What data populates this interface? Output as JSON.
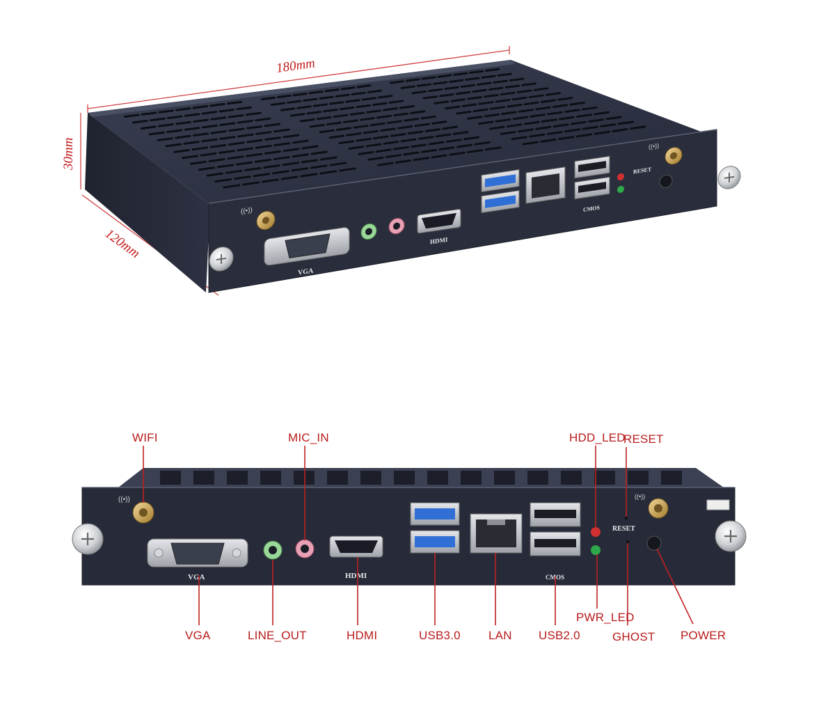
{
  "dimensions": {
    "length": "180mm",
    "height": "30mm",
    "width": "120mm"
  },
  "panel_labels": {
    "vga": "VGA",
    "hdmi": "HDMI",
    "reset": "RESET",
    "cmos": "CMOS"
  },
  "callouts": {
    "wifi": "WIFI",
    "mic_in": "MIC_IN",
    "hdd_led": "HDD_LED",
    "reset": "RESET",
    "vga": "VGA",
    "line_out": "LINE_OUT",
    "hdmi": "HDMI",
    "usb30": "USB3.0",
    "lan": "LAN",
    "usb20": "USB2.0",
    "pwr_led": "PWR_LED",
    "ghost": "GHOST",
    "power": "POWER"
  },
  "colors": {
    "body": "#2b3040",
    "panel": "#262a38",
    "usb3": "#2f6fd6",
    "callout_line": "#c02020",
    "dimension": "#c01818"
  }
}
